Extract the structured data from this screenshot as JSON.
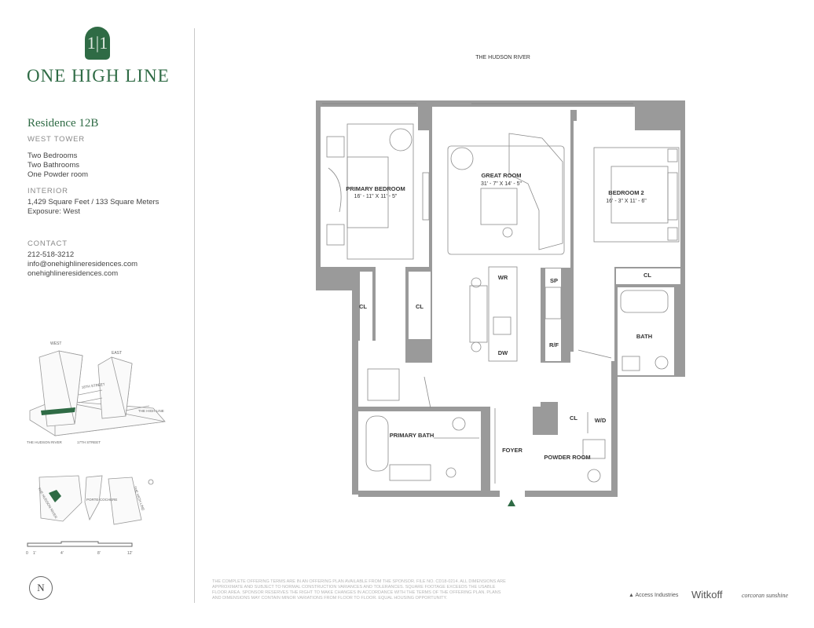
{
  "brand": {
    "mark": "1|1",
    "name": "ONE HIGH LINE"
  },
  "residence": {
    "title": "Residence 12B",
    "tower": "WEST TOWER",
    "features": [
      "Two Bedrooms",
      "Two Bathrooms",
      "One Powder room"
    ]
  },
  "interior": {
    "label": "INTERIOR",
    "area": "1,429 Square Feet / 133 Square Meters",
    "exposure": "Exposure: West"
  },
  "contact": {
    "label": "CONTACT",
    "phone": "212-518-3212",
    "email": "info@onehighlineresidences.com",
    "website": "onehighlineresidences.com"
  },
  "key_plan": {
    "west": "WEST",
    "east": "EAST",
    "street_18": "18TH STREET",
    "street_17": "17TH STREET",
    "high_line": "THE HIGH LINE",
    "hudson": "THE HUDSON RIVER"
  },
  "site_plan": {
    "hudson": "THE HUDSON RIVER",
    "cochere": "PORTE-COCHERE",
    "high_line": "THE HIGH LINE"
  },
  "scale": {
    "ticks": [
      "0",
      "1'",
      "4'",
      "8'",
      "12'"
    ]
  },
  "north": "N",
  "plan": {
    "river": "THE HUDSON RIVER",
    "great_room": {
      "name": "GREAT ROOM",
      "dims": "31' - 7\" X 14' - 5\""
    },
    "primary_bedroom": {
      "name": "PRIMARY BEDROOM",
      "dims": "16' - 11\" X 11' - 5\""
    },
    "bedroom_2": {
      "name": "BEDROOM 2",
      "dims": "16' - 3\" X 11' - 6\""
    },
    "cl_left": "CL",
    "cl_mid": "CL",
    "cl_right": "CL",
    "cl_foyer": "CL",
    "wd": "W/D",
    "wr": "WR",
    "dw": "DW",
    "sp": "SP",
    "rf": "R/F",
    "bath": "BATH",
    "primary_bath": "PRIMARY BATH",
    "foyer": "FOYER",
    "powder_room": "POWDER ROOM"
  },
  "disclaimer": "THE COMPLETE OFFERING TERMS ARE IN AN OFFERING PLAN AVAILABLE FROM THE SPONSOR. FILE NO. CD18-0214. ALL DIMENSIONS ARE APPROXIMATE AND SUBJECT TO NORMAL CONSTRUCTION VARIANCES AND TOLERANCES. SQUARE FOOTAGE EXCEEDS THE USABLE FLOOR AREA. SPONSOR RESERVES THE RIGHT TO MAKE CHANGES IN ACCORDANCE WITH THE TERMS OF THE OFFERING PLAN. PLANS AND DIMENSIONS MAY CONTAIN MINOR VARIATIONS FROM FLOOR TO FLOOR. EQUAL HOUSING OPPORTUNITY.",
  "developers": [
    "Access Industries",
    "Witkoff",
    "corcoran sunshine"
  ],
  "colors": {
    "brand_green": "#2f6b45",
    "wall": "#9a9a9a",
    "line": "#8a8a8a"
  }
}
